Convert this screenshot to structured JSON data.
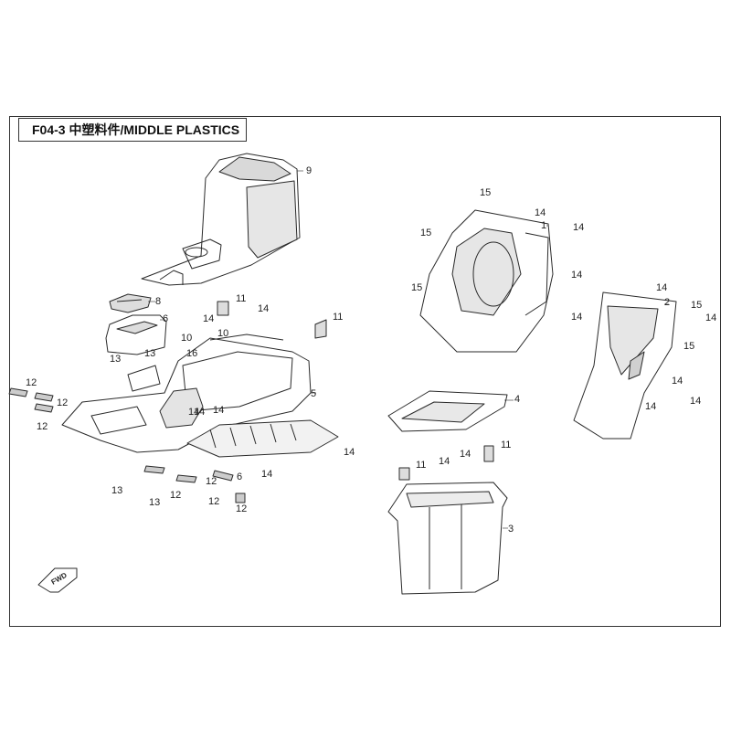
{
  "header": {
    "title": "F04-3 中塑料件/MIDDLE PLASTICS"
  },
  "direction_marker": {
    "label": "FWD"
  },
  "callouts": {
    "c1": "1",
    "c2": "2",
    "c3": "3",
    "c4": "4",
    "c5": "5",
    "c6a": "6",
    "c6b": "6",
    "c8": "8",
    "c9": "9",
    "c10a": "10",
    "c10b": "10",
    "c11a": "11",
    "c11b": "11",
    "c11c": "11",
    "c11d": "11",
    "c12a": "12",
    "c12b": "12",
    "c12c": "12",
    "c12d": "12",
    "c12e": "12",
    "c12f": "12",
    "c12g": "12",
    "c13a": "13",
    "c13b": "13",
    "c13c": "13",
    "c13d": "13",
    "c14a": "14",
    "c14b": "14",
    "c14c": "14",
    "c14d": "14",
    "c14e": "14",
    "c14f": "14",
    "c14g": "14",
    "c14h": "14",
    "c14i": "14",
    "c14j": "14",
    "c14k": "14",
    "c14l": "14",
    "c14m": "14",
    "c14n": "14",
    "c14o": "14",
    "c14p": "14",
    "c14q": "14",
    "c14r": "14",
    "c15a": "15",
    "c15b": "15",
    "c15c": "15",
    "c15d": "15",
    "c15e": "15",
    "c16": "16"
  },
  "colors": {
    "line": "#2a2a2a",
    "part_fill": "#ffffff",
    "shade": "#d9d9d9",
    "dark": "#555555"
  }
}
